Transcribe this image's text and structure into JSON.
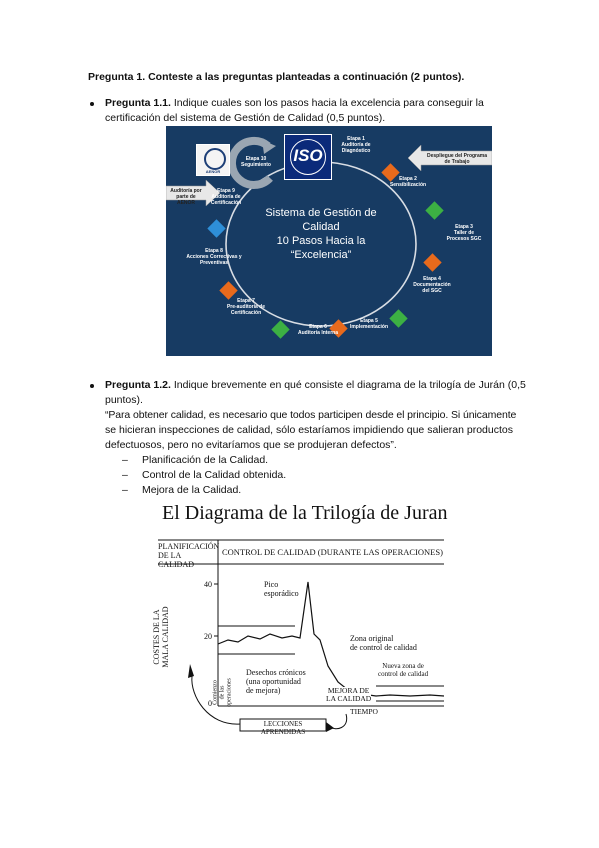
{
  "question1": {
    "title": "Pregunta 1. Conteste a las preguntas planteadas a continuación (2 puntos)."
  },
  "q11": {
    "label": "Pregunta 1.1.",
    "text_line1": " Indique cuales son los pasos hacia la excelencia para conseguir la",
    "text_line2": "certificación del sistema de Gestión de Calidad (0,5 puntos)."
  },
  "iso_diagram": {
    "center_line1": "Sistema de Gestión de",
    "center_line2": "Calidad",
    "center_line3": "10 Pasos Hacia la",
    "center_line4": "“Excelencia”",
    "iso_logo": "ISO",
    "badge_text": "AENOR",
    "callout_left": "Auditoría por parte de AENOR",
    "callout_right": "Despliegue del Programa de Trabajo",
    "steps": {
      "s1a": "Etapa 1",
      "s1b": "Auditoría de",
      "s1c": "Diagnóstico",
      "s2a": "Etapa 2",
      "s2b": "Sensibilización",
      "s3a": "Etapa 3",
      "s3b": "Taller de",
      "s3c": "Procesos SGC",
      "s4a": "Etapa 4",
      "s4b": "Documentación",
      "s4c": "del SGC",
      "s5a": "Etapa 5",
      "s5b": "Implementación",
      "s6a": "Etapa 6",
      "s6b": "Auditoría Interna",
      "s7a": "Etapa 7",
      "s7b": "Pre-auditoría de",
      "s7c": "Certificación",
      "s8a": "Etapa 8",
      "s8b": "Acciones Correctivas y",
      "s8c": "Preventivas",
      "s9a": "Etapa 9",
      "s9b": "Auditoría de",
      "s9c": "Certificación",
      "s10a": "Etapa 10",
      "s10b": "Seguimiento"
    },
    "colors": {
      "background": "#173b63",
      "orange": "#e86a1c",
      "green": "#3cb043",
      "blue": "#2e8fd8"
    }
  },
  "q12": {
    "label": "Pregunta 1.2.",
    "text_line1": " Indique brevemente en qué consiste el diagrama de la trilogía de Jurán (0,5",
    "text_line2": "puntos).",
    "quote_line1": "“Para obtener calidad, es necesario que todos participen desde el principio. Si únicamente",
    "quote_line2": "se hicieran inspecciones de calidad, sólo estaríamos impidiendo que salieran productos",
    "quote_line3": "defectuosos, pero no evitaríamos que se produjeran defectos”.",
    "items": [
      "Planificación de la Calidad.",
      "Control de la Calidad obtenida.",
      "Mejora de la Calidad."
    ]
  },
  "juran": {
    "title": "El Diagrama de la Trilogía de Juran",
    "header_left_1": "PLANIFICACIÓN",
    "header_left_2": "DE LA CALIDAD",
    "header_right": "CONTROL DE CALIDAD (DURANTE LAS OPERACIONES)",
    "ylabel_1": "COSTES DE LA",
    "ylabel_2": "MALA CALIDAD",
    "tick_40": "40",
    "tick_20": "20",
    "tick_0": "0",
    "start_label_1": "Comienzo",
    "start_label_2": "de las",
    "start_label_3": "operaciones",
    "peak_1": "Pico",
    "peak_2": "esporádico",
    "zone_1": "Zona original",
    "zone_2": "de control de calidad",
    "new_zone_1": "Nueva zona de",
    "new_zone_2": "control de calidad",
    "chronic_1": "Desechos crónicos",
    "chronic_2": "(una oportunidad",
    "chronic_3": "de mejora)",
    "improve_1": "MEJORA DE",
    "improve_2": "LA CALIDAD",
    "time": "TIEMPO",
    "lessons": "LECCIONES APRENDIDAS"
  }
}
